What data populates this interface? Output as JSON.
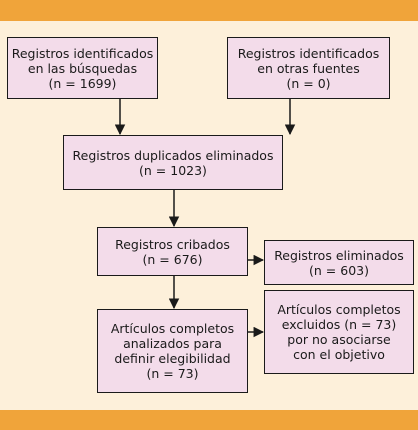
{
  "boxes": {
    "identified_searches": [
      "Registros identificados",
      "en las búsquedas",
      "(n = 1699)"
    ],
    "identified_other": [
      "Registros identificados",
      "en otras fuentes",
      "(n = 0)"
    ],
    "duplicates_removed": [
      "Registros duplicados eliminados",
      "(n = 1023)"
    ],
    "screened": [
      "Registros cribados",
      "(n = 676)"
    ],
    "removed": [
      "Registros eliminados",
      "(n = 603)"
    ],
    "fulltext_assessed": [
      "Artículos completos",
      "analizados para",
      "definir elegibilidad",
      "(n = 73)"
    ],
    "fulltext_excluded": [
      "Artículos completos",
      "excluidos (n = 73)",
      "por no asociarse",
      "con el objetivo"
    ]
  },
  "colors": {
    "band": "#f0a43a",
    "background": "#fdf0da",
    "box_fill": "#f3dcea",
    "line": "#1a1a1a"
  }
}
